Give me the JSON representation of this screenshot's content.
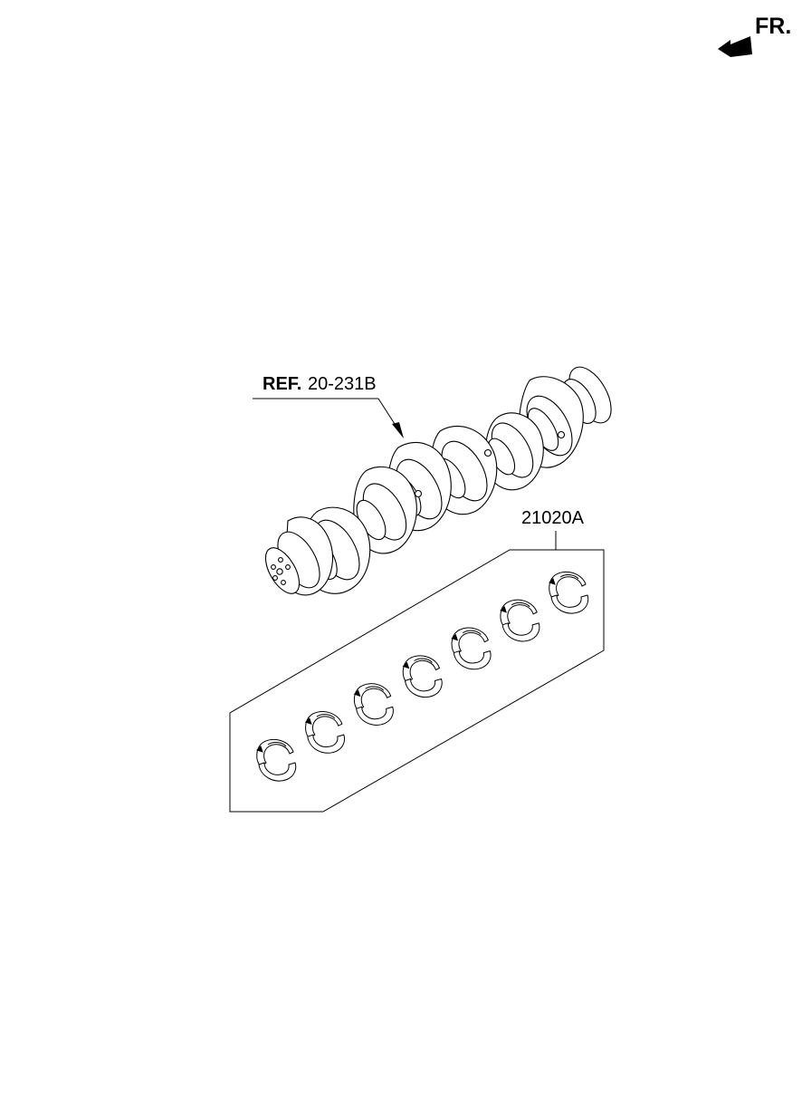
{
  "direction_marker": {
    "text": "FR."
  },
  "reference": {
    "prefix": "REF.",
    "number": "20-231B"
  },
  "part": {
    "number": "21020A",
    "bearing_count": 7
  },
  "colors": {
    "line": "#000000",
    "background": "#ffffff"
  },
  "icons": [
    "front-direction-arrow-icon",
    "crankshaft-illustration",
    "bearing-shell-icon"
  ]
}
